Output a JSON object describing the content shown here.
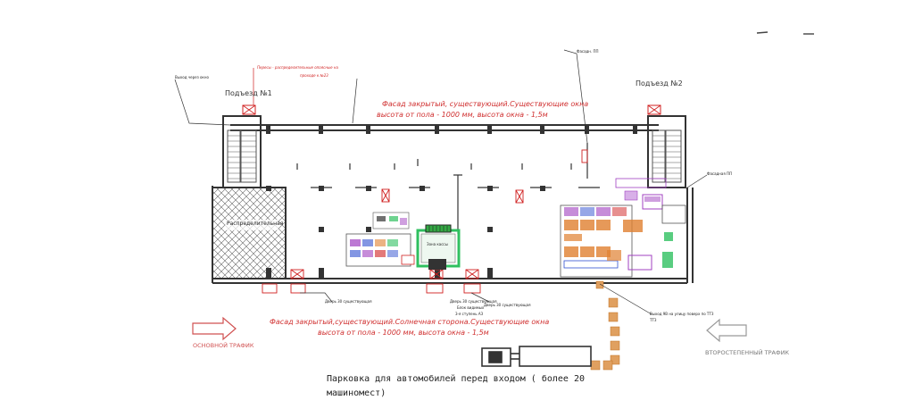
{
  "entrances": {
    "left": "Подъезд №1",
    "right": "Подъезд №2"
  },
  "notes": {
    "top_left_small": "Выход через окно",
    "top_red_note_1": "Пересы - распределительные опоясные на",
    "top_red_note_2": "проходе к №23",
    "top_right_small": "Фасадн. ПП",
    "right_small": "Фасадная ПП",
    "door_right_1": "Выход 9В на улицу поверх по ТТЗ",
    "door_right_2": "ТТЗ",
    "door_left": "Дверь 30 существующая",
    "door_mid": "Дверь 30 существующая",
    "door_small_a": "Дверь 30 существующая",
    "door_small_b": "Блок видимых",
    "door_small_c": "3-я ступень АЗ",
    "hatch_room": "Распределительная",
    "shop_small": "Зона кассы"
  },
  "facade_top": {
    "line1": "Фасад закрытый, существующий.Существующие окна",
    "line2": "высота от пола - 1000 мм, высота окна - 1,5м"
  },
  "facade_bottom": {
    "line1": "Фасад закрытый,существующий.Солнечная сторона.Существующие окна",
    "line2": "высота от пола - 1000 мм, высота окна - 1,5м"
  },
  "traffic": {
    "main": "ОСНОВНОЙ ТРАФИК",
    "secondary": "ВТОРОСТЕПЕННЫЙ ТРАФИК"
  },
  "parking": {
    "line1": "Парковка для автомобилей перед входом ( более 20",
    "line2": "машиномест)"
  },
  "colors": {
    "wall": "#333333",
    "accent_red": "#d02020",
    "arrow_red": "#d05050",
    "arrow_gray": "#999999",
    "orange": "#e08030",
    "green": "#30c060",
    "purple": "#a040c0",
    "blue": "#3050d0"
  }
}
